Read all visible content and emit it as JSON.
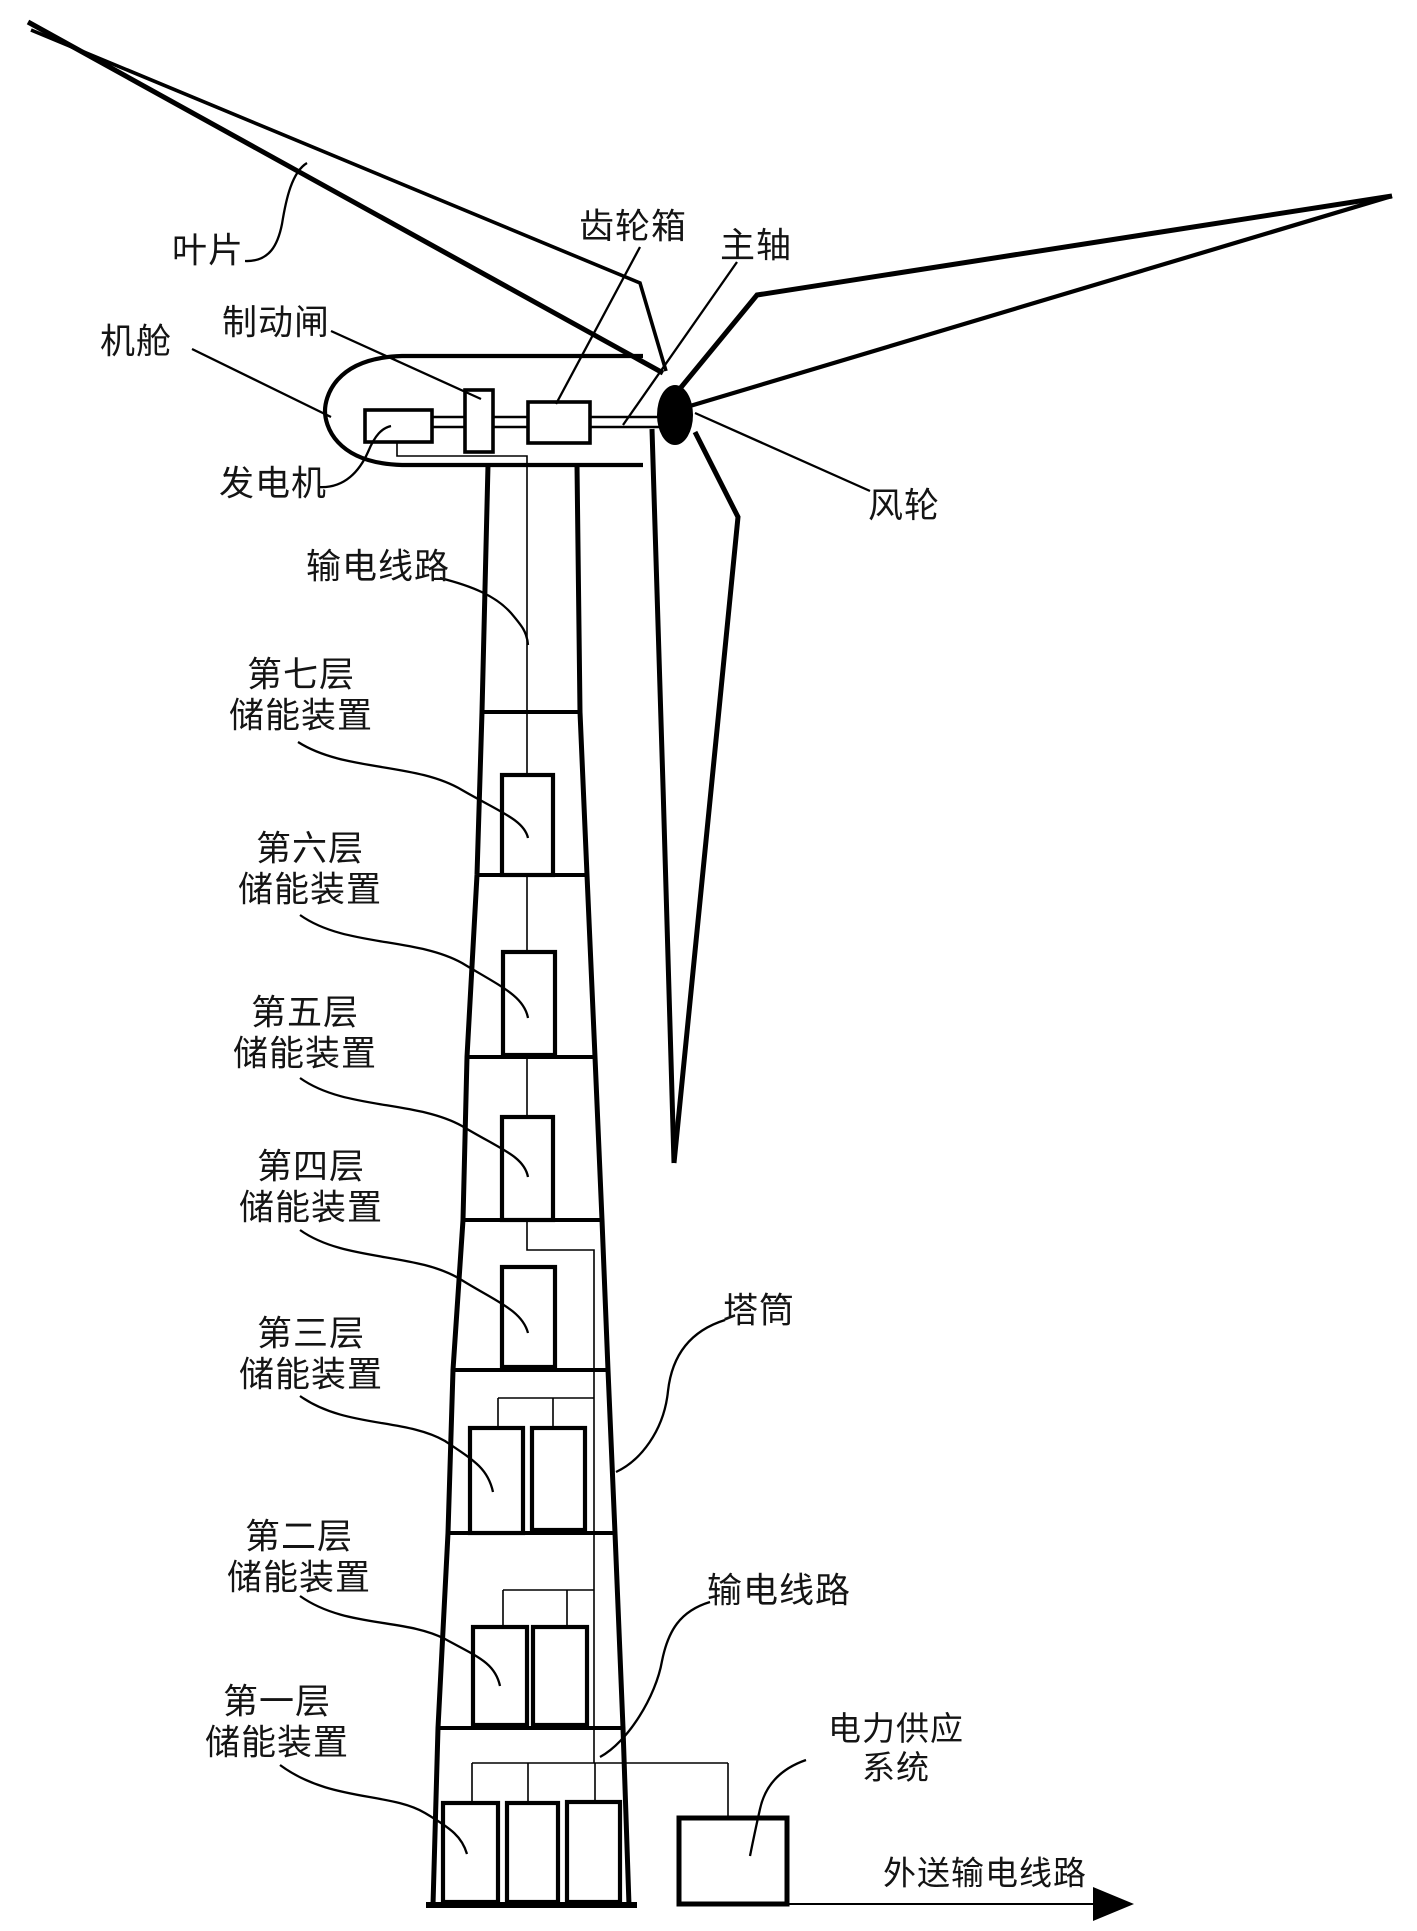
{
  "figure": {
    "turbine_labels": {
      "blade": "叶片",
      "nacelle": "机舱",
      "brake": "制动闸",
      "generator": "发电机",
      "gearbox": "齿轮箱",
      "main_shaft": "主轴",
      "rotor": "风轮"
    },
    "tower_labels": {
      "transmission_line_upper": "输电线路",
      "tower": "塔筒",
      "transmission_line_lower": "输电线路"
    },
    "storage_layers": [
      {
        "line1": "第七层",
        "line2": "储能装置"
      },
      {
        "line1": "第六层",
        "line2": "储能装置"
      },
      {
        "line1": "第五层",
        "line2": "储能装置"
      },
      {
        "line1": "第四层",
        "line2": "储能装置"
      },
      {
        "line1": "第三层",
        "line2": "储能装置"
      },
      {
        "line1": "第二层",
        "line2": "储能装置"
      },
      {
        "line1": "第一层",
        "line2": "储能装置"
      }
    ],
    "ground_labels": {
      "power_supply_line1": "电力供应",
      "power_supply_line2": "系统",
      "outgoing_line": "外送输电线路"
    },
    "colors": {
      "ink": "#000000",
      "background": "#ffffff"
    }
  }
}
